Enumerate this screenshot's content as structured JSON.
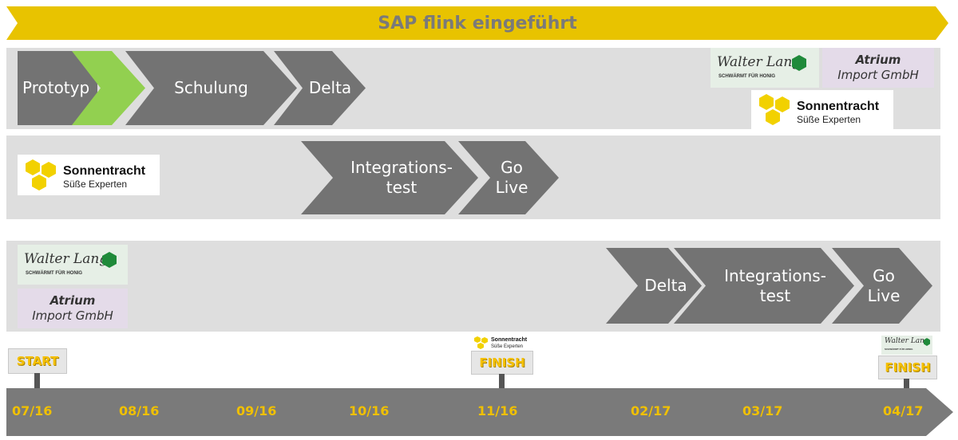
{
  "banner": {
    "title": "SAP flink eingeführt"
  },
  "lane1": {
    "chevrons": [
      "Prototyp",
      "Schulung",
      "Delta"
    ]
  },
  "lane2": {
    "chevrons": [
      "Integrations-\ntest",
      "Go\nLive"
    ]
  },
  "lane3": {
    "chevrons": [
      "Delta",
      "Integrations-\ntest",
      "Go\nLive"
    ]
  },
  "logos": {
    "sonnentracht": {
      "name": "Sonnentracht",
      "sub": "Süße Experten"
    },
    "walter": {
      "name": "Walter Lang",
      "sub": "SCHWÄRMT FÜR HONIG"
    },
    "atrium": {
      "line1": "Atrium",
      "line2": "Import GmbH"
    }
  },
  "signs": {
    "start": "START",
    "finish": "FINISH"
  },
  "timeline": {
    "ticks": [
      "07/16",
      "08/16",
      "09/16",
      "10/16",
      "11/16",
      "02/17",
      "03/17",
      "04/17"
    ]
  },
  "colors": {
    "banner": "#e8c300",
    "chevron": "#737373",
    "prototype_highlight": "#92d050",
    "lane": "#dedede",
    "tick_text": "#f0c000"
  }
}
